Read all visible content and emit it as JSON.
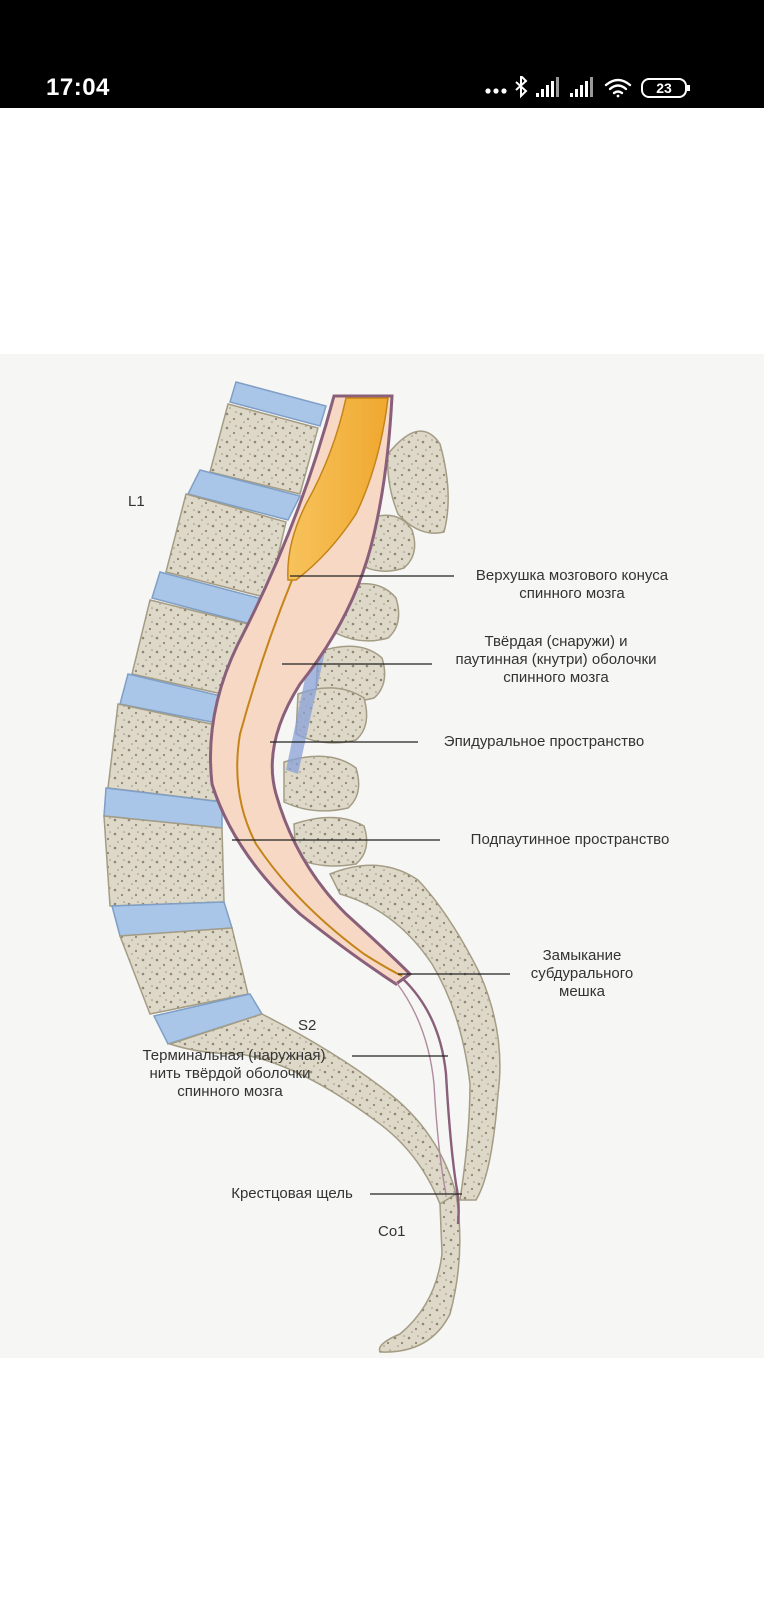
{
  "status_bar": {
    "time": "17:04",
    "icons": [
      "more-dots-icon",
      "bluetooth-icon",
      "signal-icon",
      "signal-icon",
      "wifi-icon",
      "battery-icon"
    ],
    "battery": "23"
  },
  "figure": {
    "levels": {
      "l1": "L1",
      "s2": "S2",
      "co1": "Co1"
    },
    "labels": {
      "conus_apex": [
        "Верхушка мозгового конуса",
        "спинного мозга"
      ],
      "dura_arachnoid": [
        "Твёрдая (снаружи) и",
        "паутинная (кнутри) оболочки",
        "спинного мозга"
      ],
      "epidural": [
        "Эпидуральное пространство"
      ],
      "subarachnoid": [
        "Подпаутинное пространство"
      ],
      "sac_closure": [
        "Замыкание",
        "субдурального",
        "мешка"
      ],
      "filum_terminale": [
        "Терминальная (наружная)",
        "нить твёрдой оболочки",
        "спинного мозга"
      ],
      "sacral_hiatus": [
        "Крестцовая щель"
      ]
    },
    "colors": {
      "bone": "#ddd8c8",
      "bone_outline": "#a49c84",
      "disc": "#a9c6e8",
      "cord": "#f4b440",
      "csf": "#f6d8c4",
      "dura": "#8a5f7a",
      "leader": "#222222"
    }
  }
}
